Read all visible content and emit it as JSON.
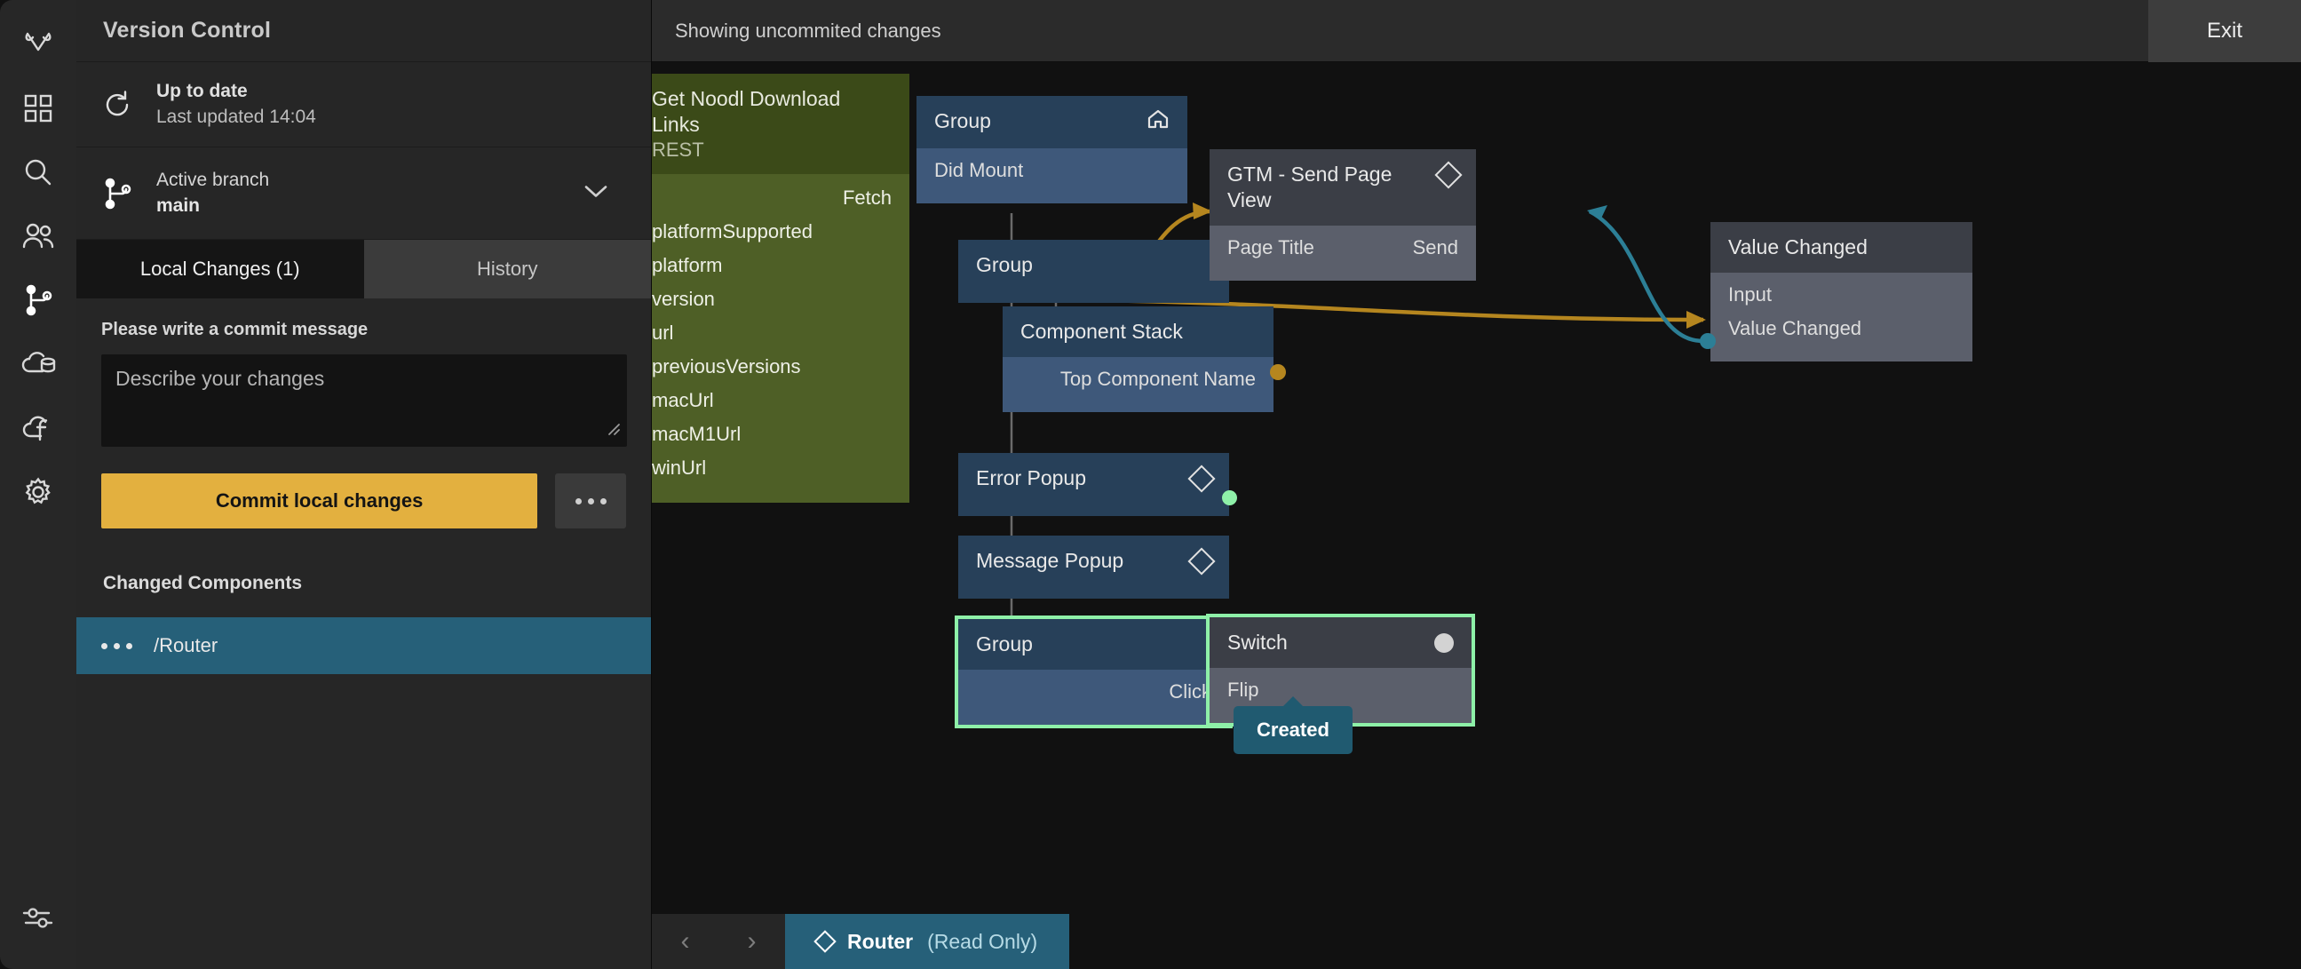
{
  "rail": {
    "items": [
      {
        "name": "noodl-logo-icon",
        "label": "Noodl"
      },
      {
        "name": "components-grid-icon",
        "label": "Components"
      },
      {
        "name": "search-icon",
        "label": "Search"
      },
      {
        "name": "collaborators-icon",
        "label": "Collaborators"
      },
      {
        "name": "version-control-branch-icon",
        "label": "Version Control"
      },
      {
        "name": "cloud-data-icon",
        "label": "Cloud Data"
      },
      {
        "name": "cloud-functions-icon",
        "label": "Cloud Functions"
      },
      {
        "name": "settings-gear-icon",
        "label": "Project Settings"
      }
    ],
    "bottom": {
      "name": "sliders-icon",
      "label": "Editor Settings"
    }
  },
  "version_control": {
    "title": "Version Control",
    "status": {
      "headline": "Up to date",
      "sub": "Last updated 14:04",
      "icon": "refresh-icon"
    },
    "branch": {
      "label": "Active branch",
      "value": "main",
      "icon": "branch-icon",
      "chevron": "chevron-down-icon"
    },
    "tabs": [
      {
        "label": "Local Changes (1)",
        "active": true
      },
      {
        "label": "History",
        "active": false
      }
    ],
    "commit": {
      "label": "Please write a commit message",
      "placeholder": "Describe your changes",
      "value": "",
      "button": "Commit local changes",
      "more": "more-options-icon"
    },
    "changed": {
      "heading": "Changed Components",
      "items": [
        {
          "name": "/Router",
          "menu": "more-options-icon",
          "selected": true
        }
      ]
    }
  },
  "topbar": {
    "message": "Showing uncommited changes",
    "exit": "Exit"
  },
  "canvas": {
    "nodes": {
      "rest": {
        "title": "Get Noodl Download Links",
        "subtitle": "REST",
        "ports_out": [
          "Fetch"
        ],
        "ports_in": [
          "platformSupported",
          "platform",
          "version",
          "url",
          "previousVersions",
          "macUrl",
          "macM1Url",
          "winUrl"
        ]
      },
      "group_root": {
        "title": "Group",
        "icon": "home-icon",
        "port": "Did Mount"
      },
      "group_child": {
        "title": "Group"
      },
      "component_stack": {
        "title": "Component Stack",
        "port": "Top Component Name"
      },
      "error_popup": {
        "title": "Error Popup",
        "icon": "diamond-icon"
      },
      "message_popup": {
        "title": "Message Popup",
        "icon": "diamond-icon"
      },
      "group_click": {
        "title": "Group",
        "port": "Click",
        "selected": true
      },
      "gtm": {
        "title": "GTM - Send Page View",
        "icon": "diamond-icon",
        "port_in": "Page Title",
        "port_out": "Send"
      },
      "value_changed": {
        "title": "Value Changed",
        "port_in": "Input",
        "port_out": "Value Changed"
      },
      "switch": {
        "title": "Switch",
        "icon": "circle-icon",
        "port": "Flip",
        "selected": true
      }
    },
    "badge": "Created"
  },
  "tabbar": {
    "prev": "‹",
    "next": "›",
    "document": {
      "icon": "diamond-icon",
      "name": "Router",
      "state": "(Read Only)"
    }
  },
  "colors": {
    "accent_yellow": "#e3b03f",
    "accent_teal": "#266079",
    "selection_green": "#8ef0a8",
    "wire_yellow": "#b5861f",
    "wire_teal": "#2c7f96",
    "node_green": "#4e5f26"
  }
}
